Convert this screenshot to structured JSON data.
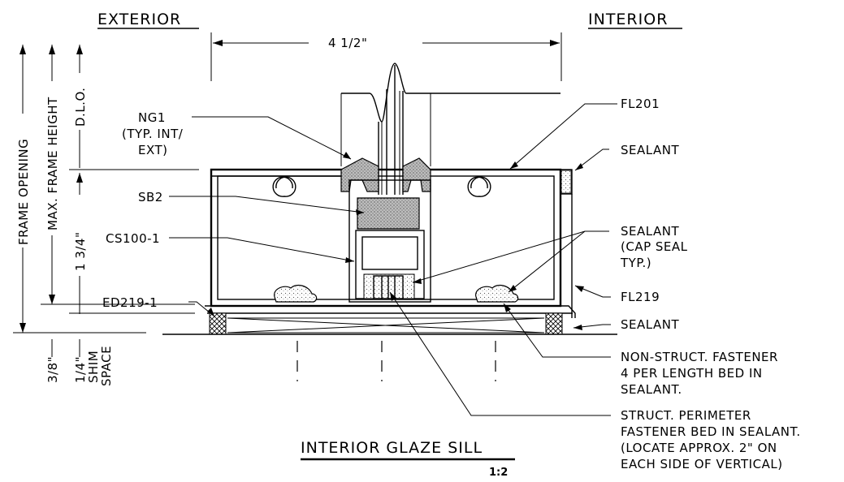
{
  "headings": {
    "exterior": "EXTERIOR",
    "interior": "INTERIOR"
  },
  "dims": {
    "width": "4 1/2\"",
    "frame_opening": "FRAME OPENING",
    "max_frame_height": "MAX. FRAME HEIGHT",
    "dlo": "D.L.O.",
    "three_quarter": "1 3/4\"",
    "three_eighths": "3/8\"",
    "quarter": "1/4\"",
    "shim": "SHIM",
    "space": "SPACE"
  },
  "callouts_left": {
    "ng1_a": "NG1",
    "ng1_b": "(TYP. INT/",
    "ng1_c": "EXT)",
    "sb2": "SB2",
    "cs100": "CS100-1",
    "ed219": "ED219-1"
  },
  "callouts_right": {
    "fl201": "FL201",
    "sealant_top": "SEALANT",
    "sealant_cap_a": "SEALANT",
    "sealant_cap_b": "(CAP SEAL",
    "sealant_cap_c": "TYP.)",
    "fl219": "FL219",
    "sealant_bottom": "SEALANT",
    "nsf_a": "NON-STRUCT. FASTENER",
    "nsf_b": "4 PER LENGTH BED IN",
    "nsf_c": "SEALANT.",
    "sp_a": "STRUCT. PERIMETER",
    "sp_b": "FASTENER BED IN SEALANT.",
    "sp_c": "(LOCATE APPROX. 2\" ON",
    "sp_d": "EACH SIDE OF VERTICAL)"
  },
  "title": {
    "main": "INTERIOR GLAZE SILL",
    "scale": "1:2"
  }
}
